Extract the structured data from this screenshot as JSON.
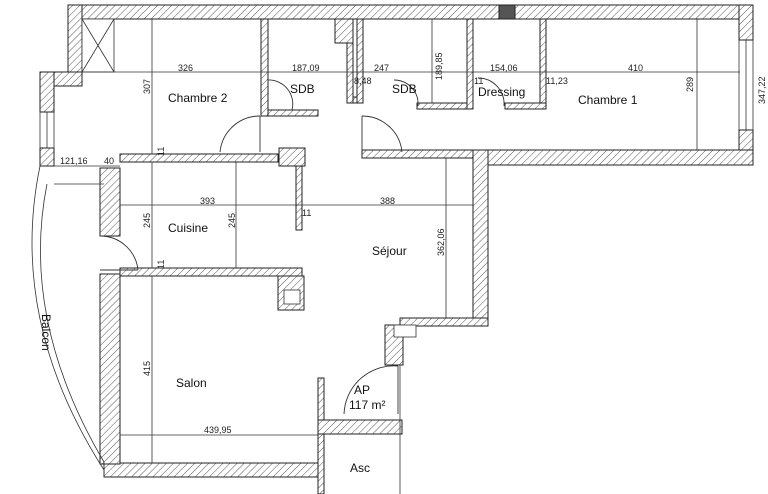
{
  "rooms": {
    "chambre2": "Chambre 2",
    "sdb1": "SDB",
    "sdb2": "SDB",
    "dressing": "Dressing",
    "chambre1": "Chambre 1",
    "cuisine": "Cuisine",
    "sejour": "Séjour",
    "salon": "Salon",
    "balcon": "Balcon",
    "asc": "Asc"
  },
  "badge": {
    "line1": "AP",
    "line2": "117 m²"
  },
  "dimensions": {
    "d326": "326",
    "d187": "187,09",
    "d848": "8,48",
    "d247": "247",
    "d18985": "189,85",
    "d15406": "154,06",
    "d1123": "11,23",
    "d410": "410",
    "d289": "289",
    "d34722": "347,22",
    "d307": "307",
    "d12116": "121,16",
    "d40": "40",
    "d11a": "11",
    "d11b": "11",
    "d11c": "11",
    "d11d": "11",
    "d393": "393",
    "d388": "388",
    "d245a": "245",
    "d245b": "245",
    "d36206": "362,06",
    "d415": "415",
    "d43995": "439,95"
  }
}
